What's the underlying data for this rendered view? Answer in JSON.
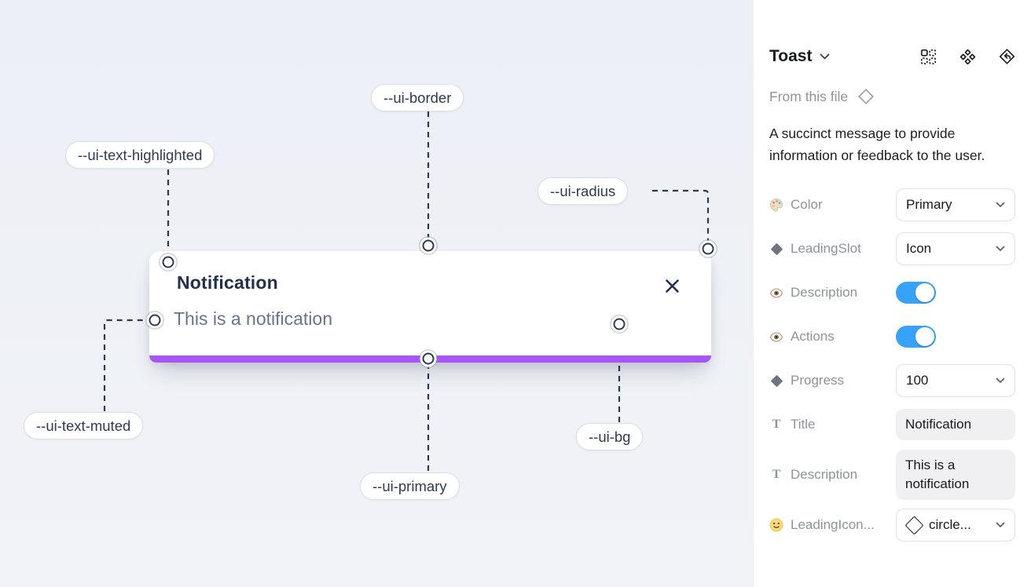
{
  "canvas": {
    "toast": {
      "title": "Notification",
      "description": "This is a notification"
    },
    "labels": [
      {
        "id": "ui-border",
        "text": "--ui-border"
      },
      {
        "id": "ui-text-highlighted",
        "text": "--ui-text-highlighted"
      },
      {
        "id": "ui-radius",
        "text": "--ui-radius"
      },
      {
        "id": "ui-text-muted",
        "text": "--ui-text-muted"
      },
      {
        "id": "ui-primary",
        "text": "--ui-primary"
      },
      {
        "id": "ui-bg",
        "text": "--ui-bg"
      }
    ],
    "colors": {
      "primary": "#a855f7",
      "canvas_bg": "#edf0f5",
      "connector": "#2d3a52",
      "title_text": "#22304a",
      "muted_text": "#67748c"
    }
  },
  "panel": {
    "title": "Toast",
    "source_label": "From this file",
    "description": "A succinct message to provide information or feedback to the user.",
    "toggle_on_color": "#38a2f8",
    "properties": [
      {
        "label": "Color",
        "icon": "palette",
        "control": "select",
        "value": "Primary"
      },
      {
        "label": "LeadingSlot",
        "icon": "diamond",
        "control": "select",
        "value": "Icon"
      },
      {
        "label": "Description",
        "icon": "eye",
        "control": "toggle",
        "value": "on"
      },
      {
        "label": "Actions",
        "icon": "eye",
        "control": "toggle",
        "value": "on"
      },
      {
        "label": "Progress",
        "icon": "diamond",
        "control": "select",
        "value": "100"
      },
      {
        "label": "Title",
        "icon": "text",
        "control": "text",
        "value": "Notification"
      },
      {
        "label": "Description",
        "icon": "text",
        "control": "text",
        "value": "This is a notification"
      },
      {
        "label": "LeadingIcon...",
        "icon": "smiley",
        "control": "select-icon",
        "value": "circle..."
      }
    ]
  }
}
